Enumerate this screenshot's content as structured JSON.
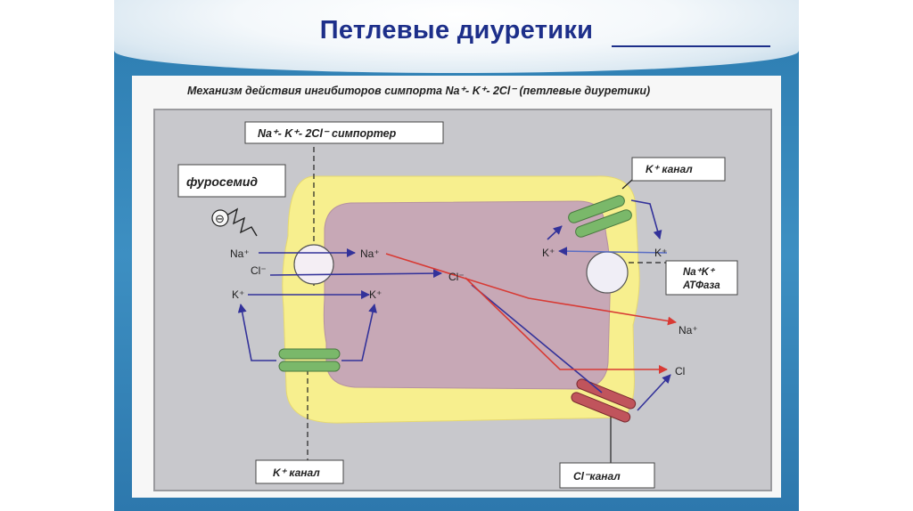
{
  "slide": {
    "title": "Петлевые диуретики"
  },
  "figure": {
    "caption": "Механизм действия ингибиторов симпорта Na⁺- K⁺- 2Cl⁻ (петлевые диуретики)",
    "labels": {
      "symporter": "Na⁺- K⁺- 2Cl⁻ симпортер",
      "furosemide": "фуросемид",
      "inhibition": "⊖",
      "k_channel_top": "K⁺ канал",
      "na_k_atpase_line1": "Na⁺K⁺",
      "na_k_atpase_line2": "АТФаза",
      "k_channel_bottom": "K⁺ канал",
      "cl_channel": "Cl⁻канал"
    },
    "ions": {
      "na_lumen": "Na⁺",
      "cl_lumen": "Cl⁻",
      "k_lumen": "K⁺",
      "na_cell": "Na⁺",
      "k_cell": "K⁺",
      "cl_cell": "Cl⁻",
      "k_cell_right": "K⁺",
      "k_interstitium": "K⁺",
      "na_interstitium": "Na⁺",
      "cl_interstitium": "Cl"
    },
    "colors": {
      "background": "#c8c8cc",
      "tissue_yellow": "#f7ef8e",
      "cell_pink": "#c7a8b6",
      "blue_arrow": "#33329a",
      "red_arrow": "#d83a34",
      "green_channel": "#7ab86a",
      "red_channel": "#c0545c"
    }
  }
}
